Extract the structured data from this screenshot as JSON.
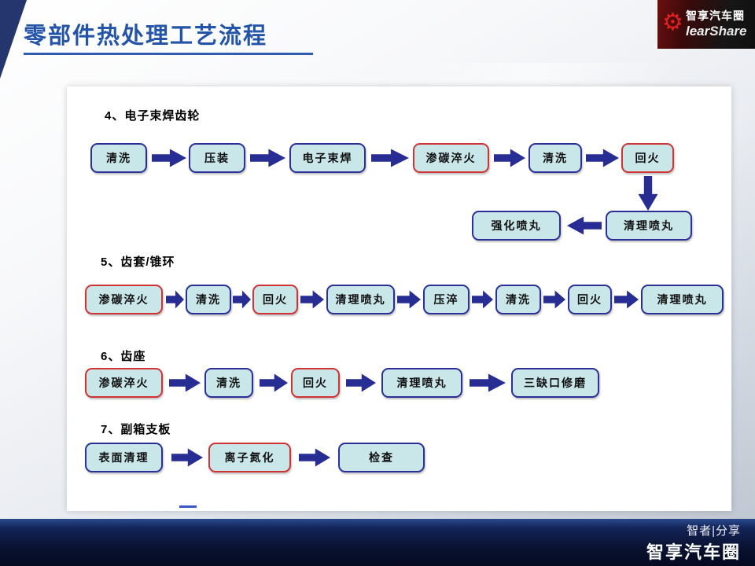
{
  "header": {
    "title": "零部件热处理工艺流程"
  },
  "logo": {
    "name": "智享汽车圈",
    "c": "C",
    "lear": "lear",
    "share": "Share"
  },
  "footer": {
    "tagline": "智者|分享",
    "brand": "智享汽车圈"
  },
  "colors": {
    "title_blue": "#2454a8",
    "box_fill": "#c9e6e9",
    "box_border": "#2b2f96",
    "box_border_highlight": "#cf3333",
    "arrow_navy": "#282d93",
    "footer_navy": "#091231",
    "logo_red": "#e01f1f"
  },
  "sections": [
    {
      "label": "4、电子束焊齿轮",
      "row1": [
        "清洗",
        "压装",
        "电子束焊",
        "渗碳淬火",
        "清洗",
        "回火"
      ],
      "row2": [
        "强化喷丸",
        "清理喷丸"
      ]
    },
    {
      "label": "5、齿套/锥环",
      "row": [
        "渗碳淬火",
        "清洗",
        "回火",
        "清理喷丸",
        "压淬",
        "清洗",
        "回火",
        "清理喷丸"
      ]
    },
    {
      "label": "6、齿座",
      "row": [
        "渗碳淬火",
        "清洗",
        "回火",
        "清理喷丸",
        "三缺口修磨"
      ]
    },
    {
      "label": "7、副箱支板",
      "row": [
        "表面清理",
        "离子氮化",
        "检查"
      ]
    }
  ]
}
